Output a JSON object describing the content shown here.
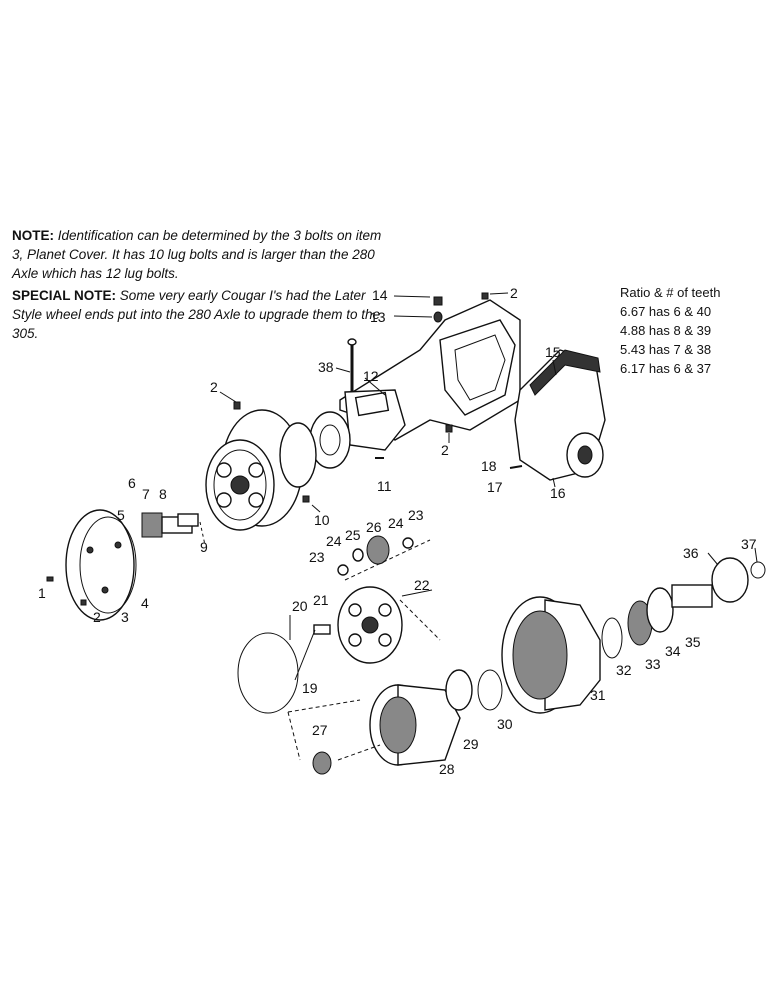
{
  "notes": {
    "note_label": "NOTE:",
    "note_text": "Identification can be determined by the 3 bolts on item 3, Planet Cover. It has 10 lug bolts and is larger than the 280 Axle which has 12 lug bolts.",
    "special_label": "SPECIAL NOTE:",
    "special_text": "Some very early Cougar I's had the Later Style wheel ends put into the 280 Axle to upgrade them to the 305."
  },
  "ratio_table": {
    "title": "Ratio & # of teeth",
    "rows": [
      "6.67 has 6 & 40",
      "4.88 has 8 & 39",
      "5.43 has 7 & 38",
      "6.17 has 6 & 37"
    ]
  },
  "callouts": [
    "1",
    "2",
    "3",
    "4",
    "5",
    "6",
    "7",
    "8",
    "9",
    "10",
    "11",
    "12",
    "13",
    "14",
    "15",
    "16",
    "17",
    "18",
    "19",
    "20",
    "21",
    "22",
    "23",
    "24",
    "25",
    "26",
    "27",
    "28",
    "29",
    "30",
    "31",
    "32",
    "33",
    "34",
    "35",
    "36",
    "37",
    "38"
  ],
  "colors": {
    "ink": "#111111",
    "background": "#ffffff"
  }
}
